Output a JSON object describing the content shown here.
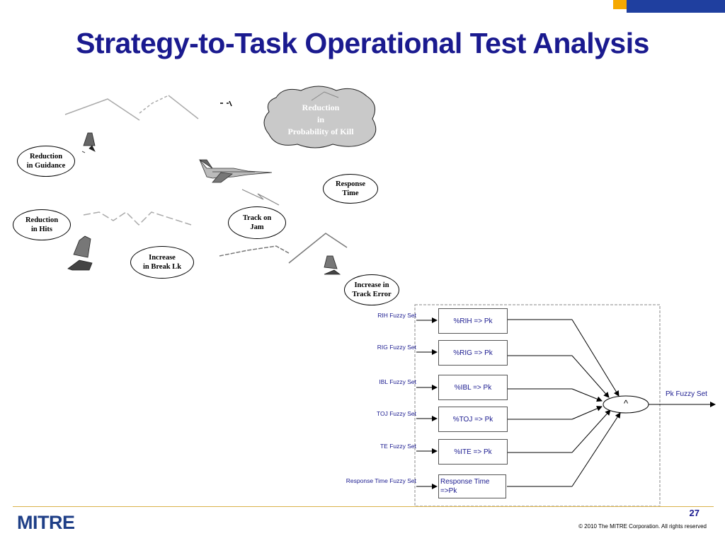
{
  "slide": {
    "title": "Strategy-to-Task Operational Test Analysis",
    "page_number": "27",
    "copyright": "© 2010 The MITRE Corporation. All rights reserved",
    "logo_text": "MITRE"
  },
  "scenario": {
    "cloud": {
      "line1": "Reduction",
      "line2": "in",
      "line3": "Probability of Kill"
    },
    "ovals": [
      {
        "line1": "Reduction",
        "line2": "in Guidance"
      },
      {
        "line1": "Reduction",
        "line2": "in Hits"
      },
      {
        "line1": "Increase",
        "line2": "in Break Lk"
      },
      {
        "line1": "Track on",
        "line2": "Jam"
      },
      {
        "line1": "Response",
        "line2": "Time"
      },
      {
        "line1": "Increase in",
        "line2": "Track Error"
      }
    ]
  },
  "fuzzy_model": {
    "inputs": [
      {
        "label": "RIH Fuzzy Set",
        "rule": "%RIH => Pk"
      },
      {
        "label": "RIG  Fuzzy Set",
        "rule": "%RIG => Pk"
      },
      {
        "label": "IBL Fuzzy Set",
        "rule": "%IBL => Pk"
      },
      {
        "label": "TOJ  Fuzzy Set",
        "rule": "%TOJ => Pk"
      },
      {
        "label": "TE Fuzzy Set",
        "rule": "%ITE => Pk"
      },
      {
        "label": "Response Time Fuzzy Set",
        "rule": "Response Time =>Pk"
      }
    ],
    "combiner": "^",
    "output": "Pk Fuzzy Set"
  },
  "colors": {
    "title": "#1a1a8f",
    "label": "#1a1a8f",
    "footer_rule": "#d9b24a",
    "corner_blue": "#1f3f9f",
    "corner_gold": "#f5a800"
  }
}
